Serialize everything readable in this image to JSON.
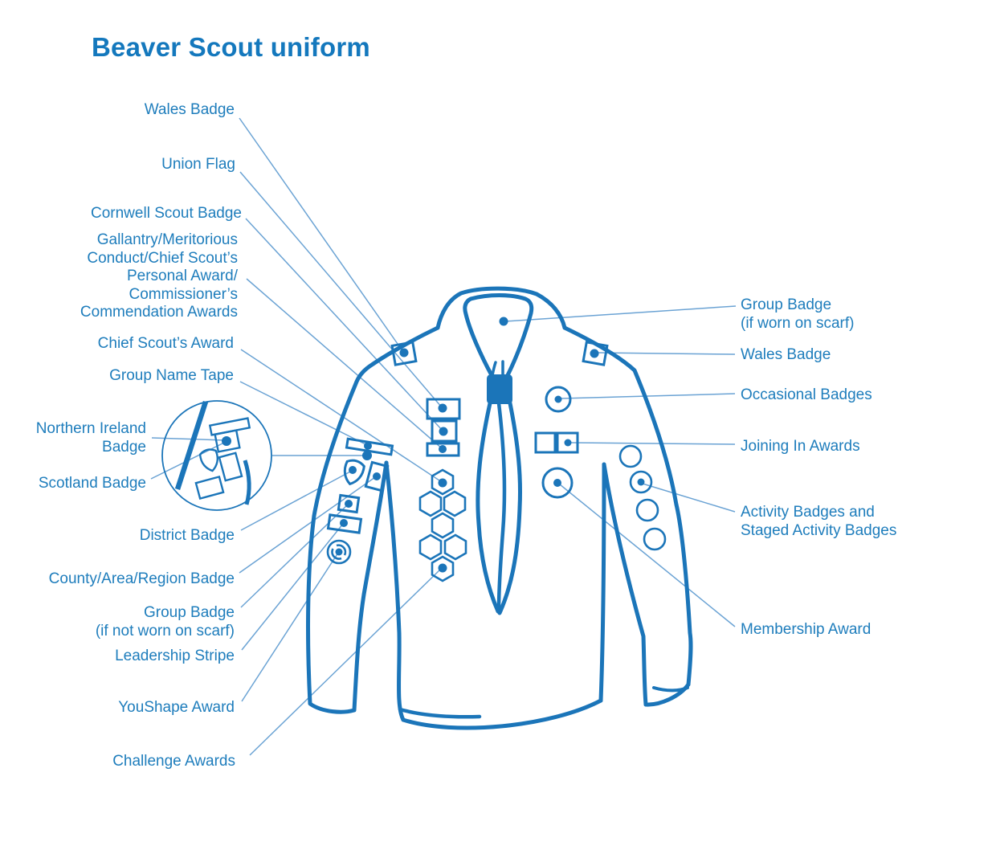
{
  "title": "Beaver Scout uniform",
  "colors": {
    "accent_blue": "#1b75b9",
    "text_blue": "#1e7dbc",
    "title_blue": "#1478bd",
    "leader_line_blue": "#6ba3d4",
    "background": "#ffffff"
  },
  "labels": {
    "left": [
      {
        "id": "wales-badge-left",
        "text": "Wales Badge"
      },
      {
        "id": "union-flag",
        "text": "Union Flag"
      },
      {
        "id": "cornwell-scout-badge",
        "text": "Cornwell Scout Badge"
      },
      {
        "id": "gallantry-awards",
        "text": "Gallantry/Meritorious\nConduct/Chief Scout’s\nPersonal Award/\nCommissioner’s\nCommendation Awards"
      },
      {
        "id": "chief-scouts-award",
        "text": "Chief Scout’s Award"
      },
      {
        "id": "group-name-tape",
        "text": "Group Name Tape"
      },
      {
        "id": "northern-ireland-badge",
        "text": "Northern Ireland\nBadge"
      },
      {
        "id": "scotland-badge",
        "text": "Scotland Badge"
      },
      {
        "id": "district-badge",
        "text": "District Badge"
      },
      {
        "id": "county-area-region-badge",
        "text": "County/Area/Region Badge"
      },
      {
        "id": "group-badge-not-on-scarf",
        "text": "Group Badge\n(if not worn on scarf)"
      },
      {
        "id": "leadership-stripe",
        "text": "Leadership Stripe"
      },
      {
        "id": "youshape-award",
        "text": "YouShape Award"
      },
      {
        "id": "challenge-awards",
        "text": "Challenge Awards"
      }
    ],
    "right": [
      {
        "id": "group-badge-on-scarf",
        "text": "Group Badge\n(if worn on scarf)"
      },
      {
        "id": "wales-badge-right",
        "text": "Wales Badge"
      },
      {
        "id": "occasional-badges",
        "text": "Occasional Badges"
      },
      {
        "id": "joining-in-awards",
        "text": "Joining In Awards"
      },
      {
        "id": "activity-badges",
        "text": "Activity Badges and\nStaged Activity Badges"
      },
      {
        "id": "membership-award",
        "text": "Membership Award"
      }
    ]
  }
}
